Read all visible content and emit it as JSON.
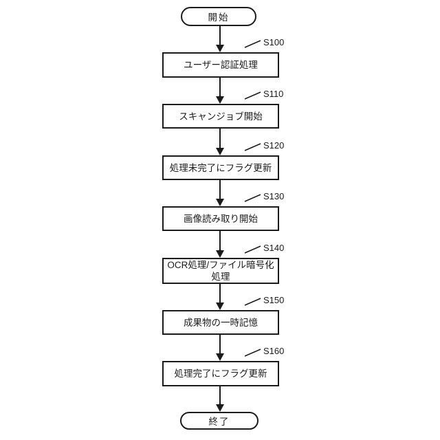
{
  "flowchart": {
    "stroke_color": "#1b1b1b",
    "start_label": "開始",
    "end_label": "終了",
    "steps": [
      {
        "id": "S100",
        "label": "ユーザー認証処理"
      },
      {
        "id": "S110",
        "label": "スキャンジョブ開始"
      },
      {
        "id": "S120",
        "label": "処理未完了にフラグ更新"
      },
      {
        "id": "S130",
        "label": "画像読み取り開始"
      },
      {
        "id": "S140",
        "label": "OCR処理/ファイル暗号化処理"
      },
      {
        "id": "S150",
        "label": "成果物の一時記憶"
      },
      {
        "id": "S160",
        "label": "処理完了にフラグ更新"
      }
    ]
  }
}
